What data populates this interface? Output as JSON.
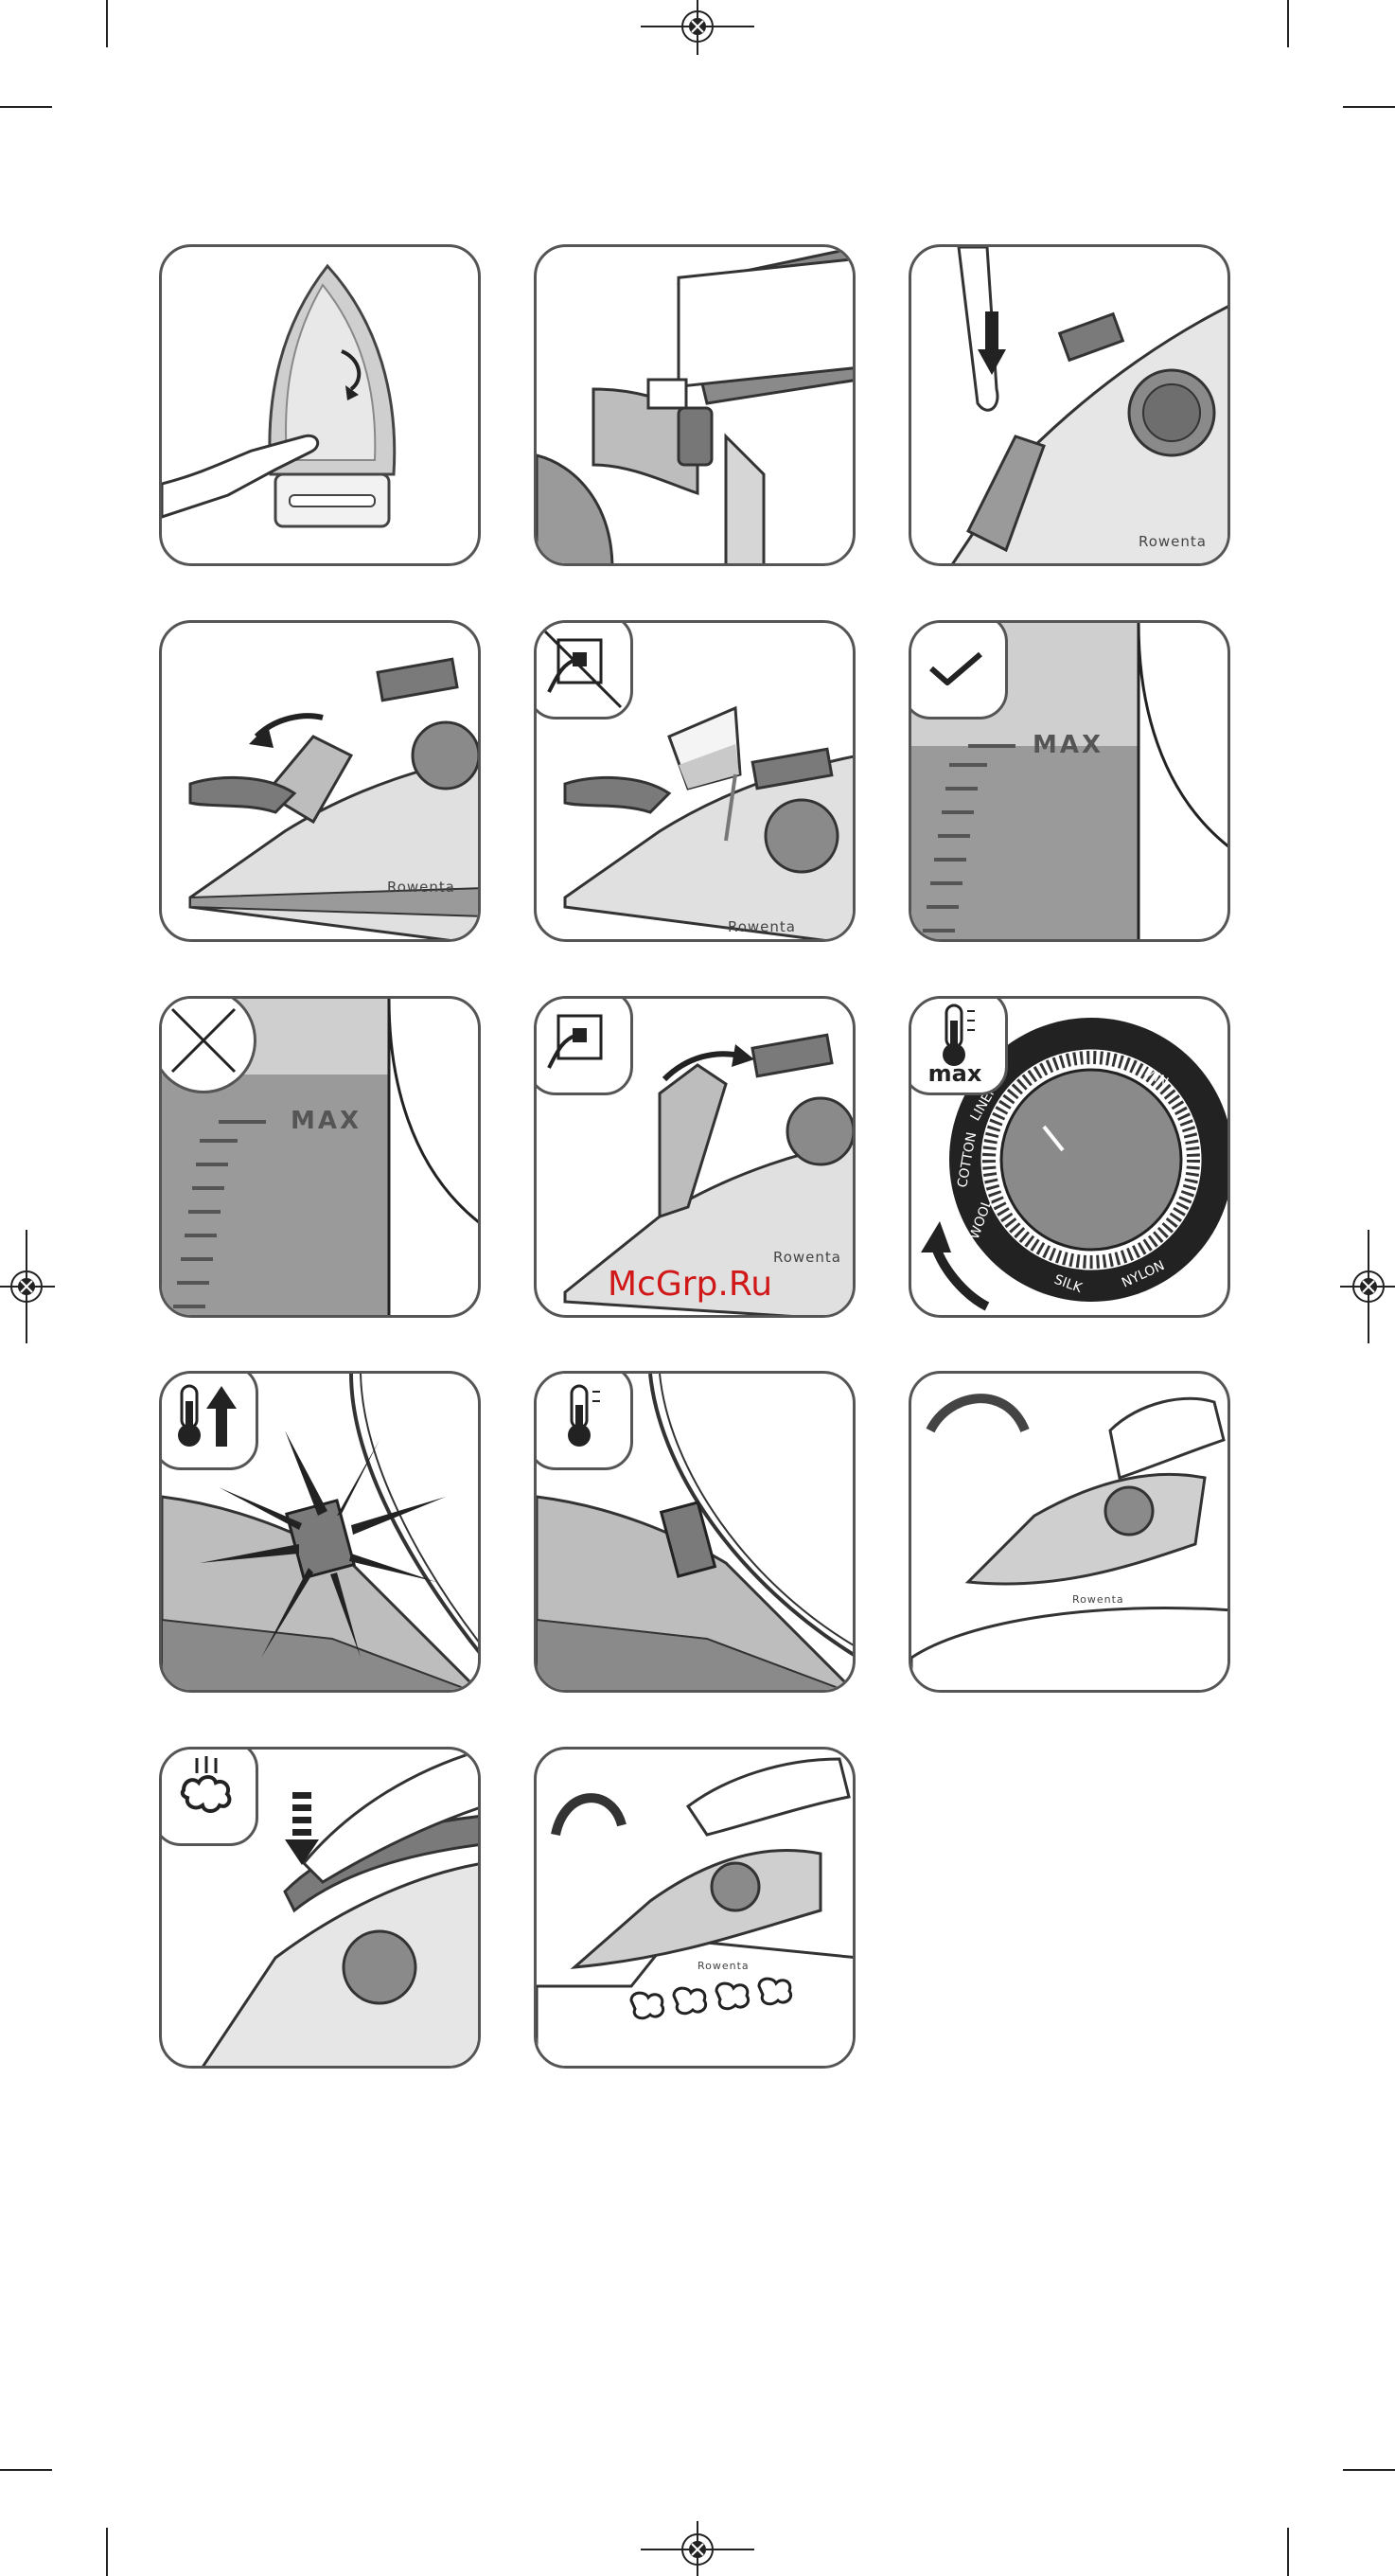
{
  "brand_label": "Rowenta",
  "max_label": "MAX",
  "badge_max_label": "max",
  "watermark": "McGrp.Ru",
  "dial_labels": [
    "MIN",
    "NYLON",
    "SILK",
    "WOOL",
    "COTTON",
    "LINEN"
  ],
  "colors": {
    "panel_border": "#555555",
    "gray_dark": "#6e6e6e",
    "gray_mid": "#9a9a9a",
    "gray_light": "#cfcfcf",
    "watermark": "#d01818"
  }
}
